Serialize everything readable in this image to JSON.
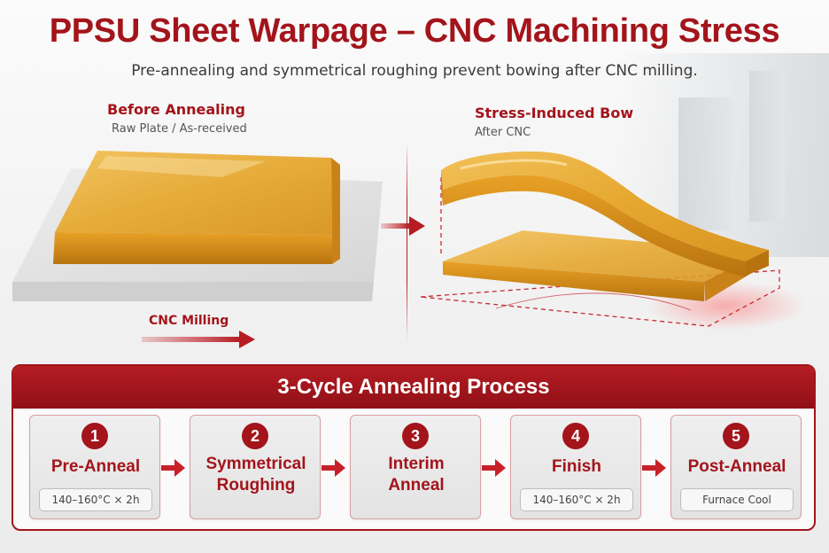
{
  "header": {
    "title": "PPSU Sheet Warpage – CNC Machining Stress",
    "subtitle": "Pre-annealing and symmetrical roughing prevent bowing after CNC milling."
  },
  "before": {
    "title": "Before Annealing",
    "caption": "Raw Plate / As-received",
    "process_label": "CNC Milling"
  },
  "after": {
    "title": "Stress-Induced Bow",
    "caption": "After CNC"
  },
  "process": {
    "title": "3-Cycle Annealing Process",
    "steps": [
      {
        "number": "1",
        "title_line1": "Pre-Anneal",
        "title_line2": "",
        "detail": "140–160°C × 2h"
      },
      {
        "number": "2",
        "title_line1": "Symmetrical",
        "title_line2": "Roughing",
        "detail": ""
      },
      {
        "number": "3",
        "title_line1": "Interim",
        "title_line2": "Anneal",
        "detail": ""
      },
      {
        "number": "4",
        "title_line1": "Finish",
        "title_line2": "",
        "detail": "140–160°C × 2h"
      },
      {
        "number": "5",
        "title_line1": "Post-Anneal",
        "title_line2": "",
        "detail": "Furnace Cool"
      }
    ]
  },
  "colors": {
    "accent": "#a3141b",
    "amber": "#d9991f"
  },
  "icons": {
    "flow_arrow": "arrow-right-icon"
  }
}
